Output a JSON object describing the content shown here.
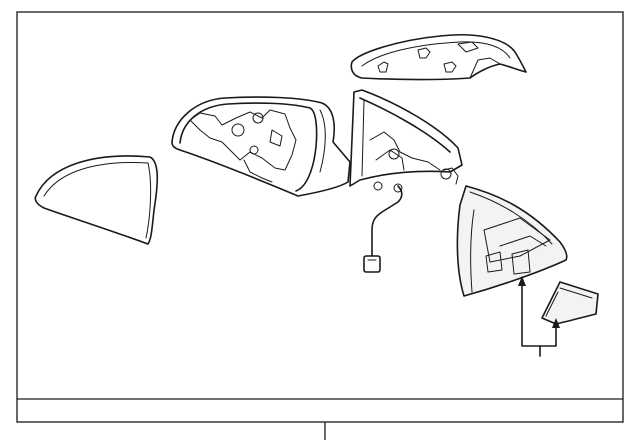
{
  "diagram": {
    "colors": {
      "stroke": "#1a1a1a",
      "panel": "#f3f3f3",
      "background": "#ffffff"
    },
    "parts": [
      {
        "id": "mirror-glass",
        "icon": "mirror-glass-icon"
      },
      {
        "id": "mirror-housing",
        "icon": "mirror-housing-icon"
      },
      {
        "id": "skull-cap",
        "icon": "skull-cap-icon"
      },
      {
        "id": "mounting-bracket",
        "icon": "bracket-icon"
      },
      {
        "id": "wiring-harness",
        "icon": "harness-icon"
      },
      {
        "id": "lower-cover",
        "icon": "cover-icon"
      },
      {
        "id": "small-cover",
        "icon": "cover-icon"
      }
    ]
  }
}
